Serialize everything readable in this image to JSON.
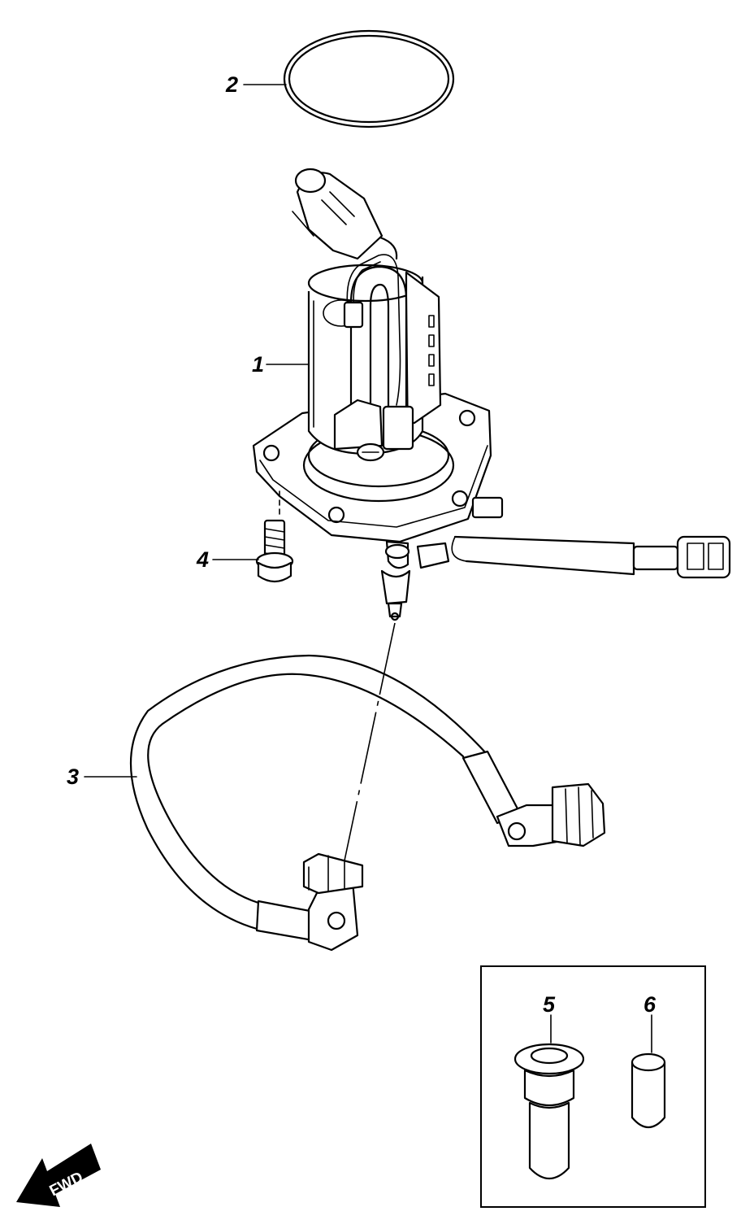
{
  "callouts": {
    "c1": "1",
    "c2": "2",
    "c3": "3",
    "c4": "4",
    "c5": "5",
    "c6": "6"
  },
  "fwd_label": "FWD",
  "parts": {
    "p1": "fuel-pump-assembly",
    "p2": "o-ring",
    "p3": "fuel-hose",
    "p4": "flange-bolt",
    "p5": "connector-cap",
    "p6": "hose-cap"
  }
}
